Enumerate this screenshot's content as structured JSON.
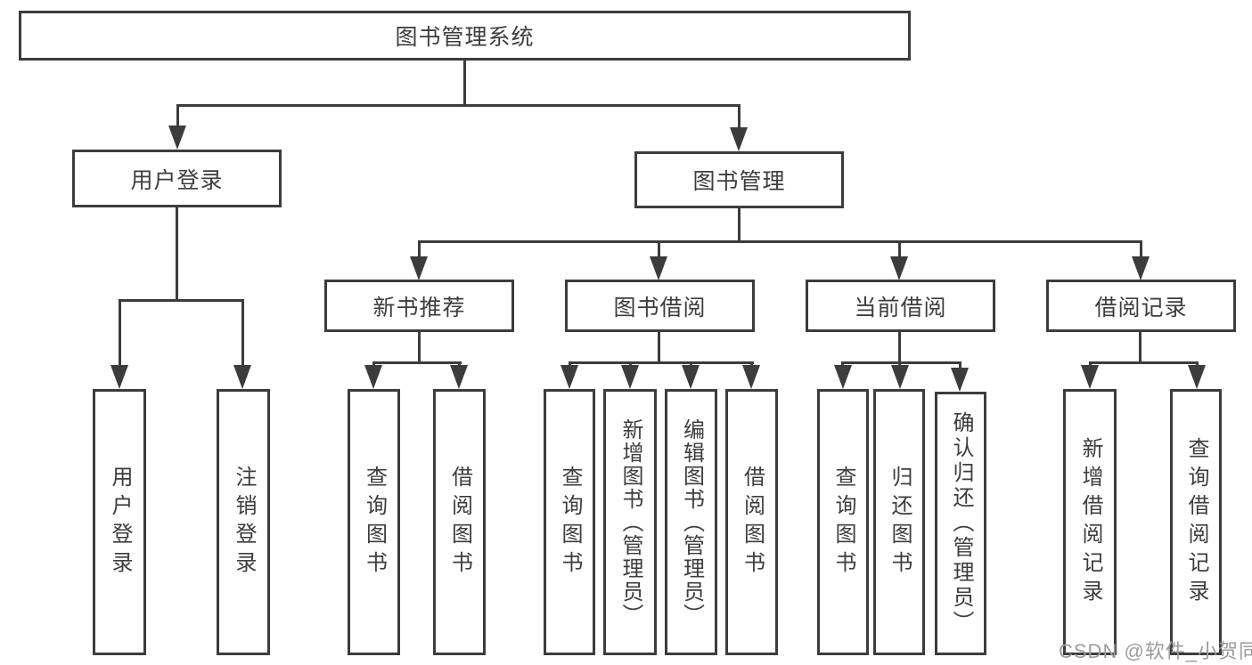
{
  "page": {
    "watermark": "CSDN @软件_小贺同学"
  },
  "colors": {
    "line": "#3c3c3c",
    "text": "#3d3d3d",
    "background": "#ffffff",
    "watermark": "#9c9c9c"
  },
  "tree": {
    "root": "图书管理系统",
    "children": [
      {
        "label": "用户登录",
        "children": [
          "用户登录",
          "注销登录"
        ]
      },
      {
        "label": "图书管理",
        "children": [
          {
            "label": "新书推荐",
            "children": [
              "查询图书",
              "借阅图书"
            ]
          },
          {
            "label": "图书借阅",
            "children": [
              "查询图书",
              "新增图书（管理员）",
              "编辑图书（管理员）",
              "借阅图书"
            ]
          },
          {
            "label": "当前借阅",
            "children": [
              "查询图书",
              "归还图书",
              "确认归还（管理员）"
            ]
          },
          {
            "label": "借阅记录",
            "children": [
              "新增借阅记录",
              "查询借阅记录"
            ]
          }
        ]
      }
    ]
  }
}
